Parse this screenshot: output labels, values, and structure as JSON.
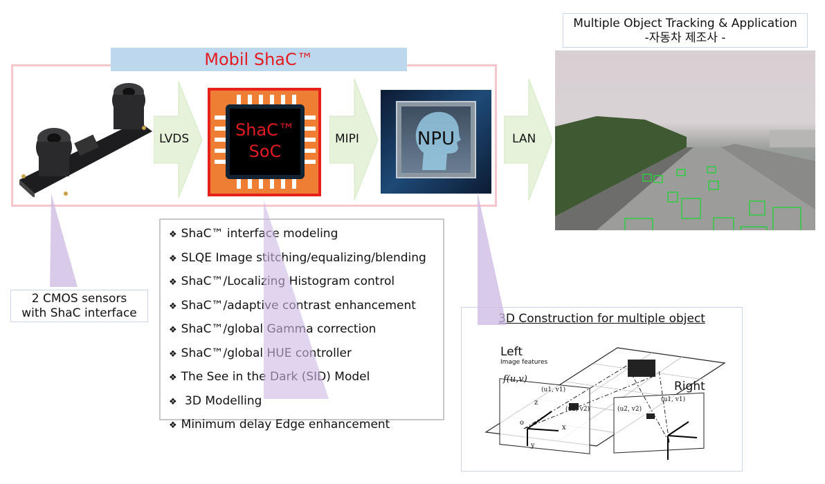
{
  "system": {
    "title": "Mobil ShaC™"
  },
  "camera": {
    "label_line1": "2 CMOS sensors",
    "label_line2": "with ShaC interface"
  },
  "arrows": [
    {
      "label": "LVDS"
    },
    {
      "label": "MIPI"
    },
    {
      "label": "LAN"
    }
  ],
  "soc": {
    "line1": "ShaC™",
    "line2": "SoC"
  },
  "npu": {
    "label": "NPU"
  },
  "features": [
    "ShaC™ interface modeling",
    "SLQE Image stitching/equalizing/blending",
    "ShaC™/Localizing Histogram control",
    "ShaC™/adaptive contrast enhancement",
    "ShaC™/global Gamma correction",
    "ShaC™/global HUE controller",
    "The See in the Dark (SID) Model",
    " 3D Modelling",
    "Minimum delay Edge enhancement"
  ],
  "feature_bullet": "❖",
  "tracking": {
    "title_line1": "Multiple Object Tracking & Application",
    "title_line2": "-자동차  제조사  -"
  },
  "construction": {
    "title": "3D Construction for multiple object",
    "left_label": "Left",
    "left_sub": "Image features",
    "func_label": "f(u,v)",
    "right_label": "Right",
    "coords": [
      "(u1, v1)",
      "(u2, v2)",
      "(u2, v2)",
      "(u1, v1)"
    ],
    "axes": [
      "z",
      "x",
      "y",
      "o"
    ]
  },
  "colors": {
    "accent_red": "#e31b23",
    "arrow_green": "#e6f3da",
    "callout_purple": "#cdb8e3",
    "frame_pink": "#f7c6cc",
    "title_blue": "#bcd7ee",
    "bbox_green": "#2ecc40"
  }
}
